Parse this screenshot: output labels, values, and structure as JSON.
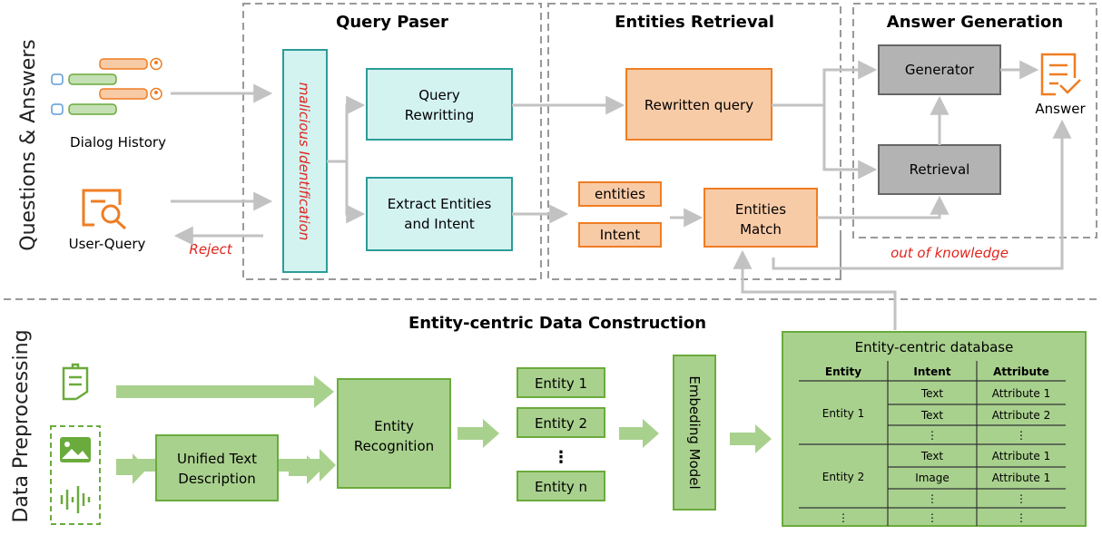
{
  "side_labels": {
    "top": "Questions & Answers",
    "bottom": "Data Preprocessing"
  },
  "sections": {
    "query_parser": "Query Paser",
    "entities_retrieval": "Entities Retrieval",
    "answer_generation": "Answer Generation",
    "data_construction": "Entity-centric Data Construction"
  },
  "inputs": {
    "dialog_history": "Dialog History",
    "user_query": "User-Query",
    "reject": "Reject"
  },
  "parser": {
    "malicious": "malicious Identification",
    "query_rewriting_line1": "Query",
    "query_rewriting_line2": "Rewritting",
    "extract_line1": "Extract Entities",
    "extract_line2": "and Intent"
  },
  "retrieval": {
    "rewritten_query": "Rewritten query",
    "entities": "entities",
    "intent": "Intent",
    "match_line1": "Entities",
    "match_line2": "Match",
    "out_of_knowledge": "out of knowledge"
  },
  "generation": {
    "generator": "Generator",
    "retrieval": "Retrieval",
    "answer": "Answer"
  },
  "preprocessing": {
    "unified_line1": "Unified Text",
    "unified_line2": "Description",
    "recognition_line1": "Entity",
    "recognition_line2": "Recognition",
    "entity1": "Entity 1",
    "entity2": "Entity 2",
    "ellipsis": "⋮",
    "entityn": "Entity n",
    "embedding": "Embeding Model"
  },
  "database": {
    "title": "Entity-centric database",
    "headers": [
      "Entity",
      "Intent",
      "Attribute"
    ],
    "rows": [
      [
        "Entity 1",
        "Text",
        "Attribute 1"
      ],
      [
        "",
        "Text",
        "Attribute 2"
      ],
      [
        "",
        "⋮",
        "⋮"
      ],
      [
        "Entity 2",
        "Text",
        "Attribute 1"
      ],
      [
        "",
        "Image",
        "Attribute 1"
      ],
      [
        "",
        "⋮",
        "⋮"
      ],
      [
        "⋮",
        "⋮",
        "⋮"
      ]
    ]
  },
  "colors": {
    "teal_fill": "#d3f3f1",
    "teal_stroke": "#2c9c98",
    "orange_fill": "#f8cba7",
    "orange_stroke": "#ef7d22",
    "gray_fill": "#b3b3b3",
    "gray_stroke": "#666666",
    "green_fill": "#a9d18e",
    "green_stroke": "#6aab3c",
    "red_text": "#e0241c",
    "arrow": "#c2c2c2"
  }
}
